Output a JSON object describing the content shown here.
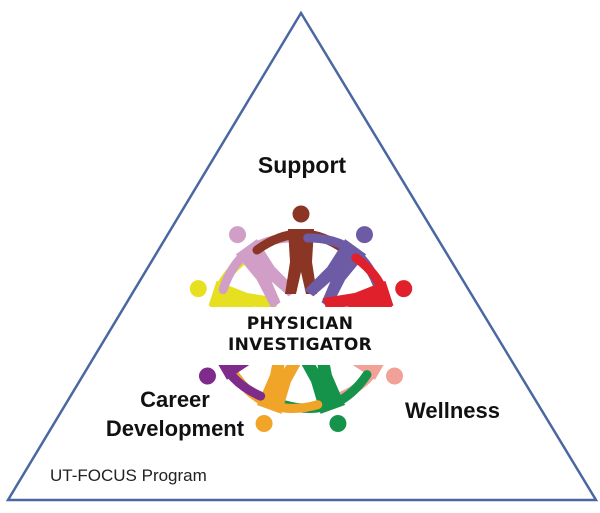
{
  "diagram": {
    "top_label": "Support",
    "center_line1": "PHYSICIAN",
    "center_line2": "INVESTIGATOR",
    "left_label_line1": "Career",
    "left_label_line2": "Development",
    "right_label": "Wellness",
    "footer": "UT-FOCUS Program",
    "colors": {
      "triangle": "#4a67a3",
      "figures": [
        "#e6e020",
        "#d19ec8",
        "#8b3524",
        "#6d5ba6",
        "#e0202a",
        "#f1a197",
        "#16934a",
        "#f0a428",
        "#7e2b8b"
      ]
    }
  }
}
